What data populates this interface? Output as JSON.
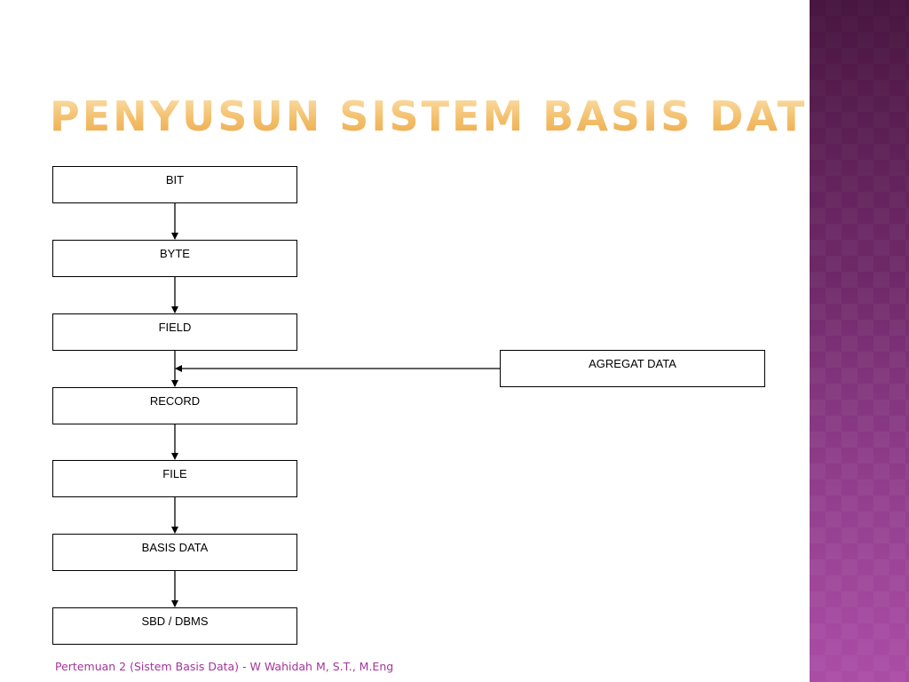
{
  "slide": {
    "title": "Penyusun Sistem Basis Data",
    "footer": "Pertemuan 2 (Sistem Basis Data) - W Wahidah M, S.T., M.Eng",
    "accent_color": "#a3359b",
    "title_color": "#f3bf6b"
  },
  "diagram": {
    "nodes": [
      {
        "id": "bit",
        "label": "BIT"
      },
      {
        "id": "byte",
        "label": "BYTE"
      },
      {
        "id": "field",
        "label": "FIELD"
      },
      {
        "id": "record",
        "label": "RECORD"
      },
      {
        "id": "file",
        "label": "FILE"
      },
      {
        "id": "basis-data",
        "label": "BASIS DATA"
      },
      {
        "id": "sbd-dbms",
        "label": "SBD / DBMS"
      },
      {
        "id": "agregat-data",
        "label": "AGREGAT DATA"
      }
    ],
    "edges": [
      {
        "from": "bit",
        "to": "byte"
      },
      {
        "from": "byte",
        "to": "field"
      },
      {
        "from": "field",
        "to": "record"
      },
      {
        "from": "agregat-data",
        "to": "record"
      },
      {
        "from": "record",
        "to": "file"
      },
      {
        "from": "file",
        "to": "basis-data"
      },
      {
        "from": "basis-data",
        "to": "sbd-dbms"
      }
    ]
  }
}
